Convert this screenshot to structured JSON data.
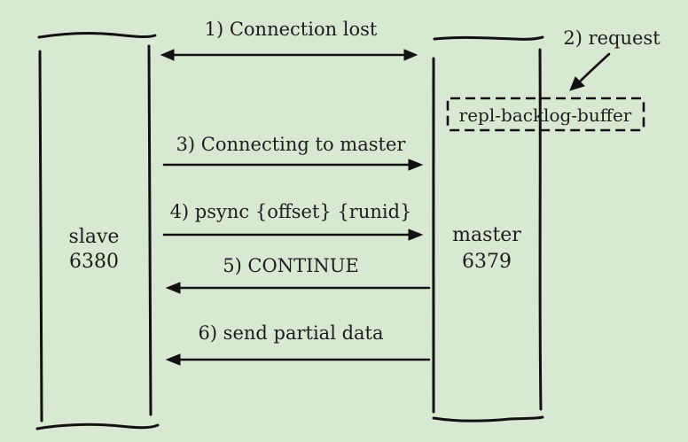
{
  "slave": {
    "name": "slave",
    "port": "6380"
  },
  "master": {
    "name": "master",
    "port": "6379"
  },
  "buffer": {
    "label": "repl-backlog-buffer"
  },
  "steps": [
    {
      "label": "1) Connection lost"
    },
    {
      "label": "2) request"
    },
    {
      "label": "3) Connecting to master"
    },
    {
      "label": "4) psync {offset} {runid}"
    },
    {
      "label": "5) CONTINUE"
    },
    {
      "label": "6) send partial data"
    }
  ],
  "colors": {
    "background": "#d9e8d3",
    "ink": "#111111"
  }
}
